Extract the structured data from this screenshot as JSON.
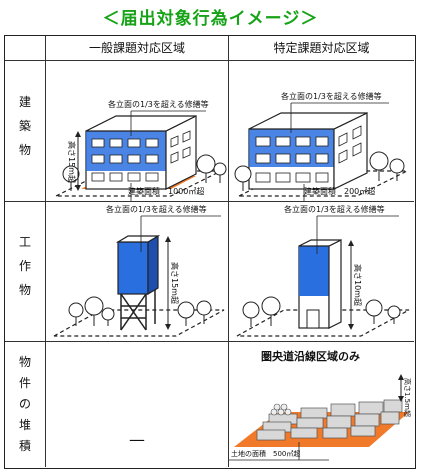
{
  "title": "＜届出対象行為イメージ＞",
  "columns": {
    "col1": "一般課題対応区域",
    "col2": "特定課題対応区域"
  },
  "rows": {
    "building": [
      "建",
      "築",
      "物"
    ],
    "structure": [
      "工",
      "作",
      "物"
    ],
    "storage": [
      "物",
      "件",
      "の",
      "堆",
      "積"
    ]
  },
  "labels": {
    "facade_over_third": "各立面の1/3を超える修繕等",
    "height_15m": "高さ15m超",
    "height_10m": "高さ10m超",
    "height_1_5m": "高さ1.5m超",
    "area_1000": "建築面積　1000㎡超",
    "area_200": "建築面積　200㎡超",
    "land_area_500": "土地の面積　500㎡超",
    "expressway_only": "圏央道沿線区域のみ",
    "not_applicable": "—"
  },
  "colors": {
    "title": "#17a317",
    "facade_blue": "#2a6fe0",
    "footprint_orange": "#f07a2a"
  }
}
